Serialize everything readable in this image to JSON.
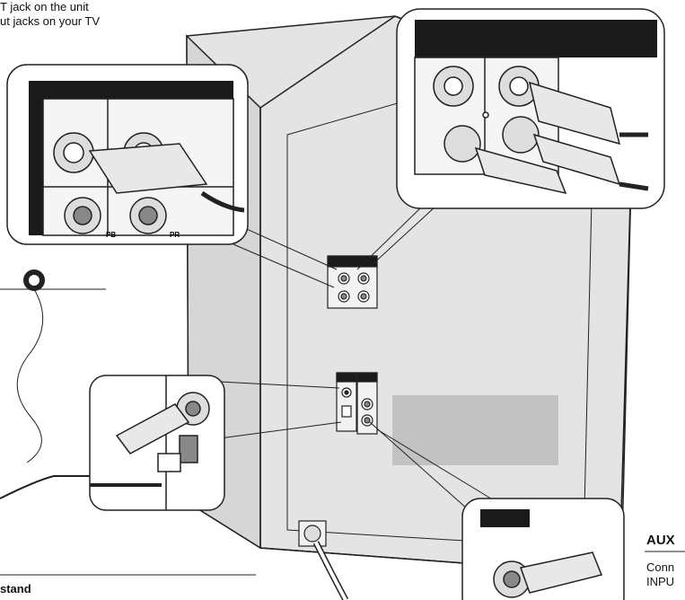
{
  "text": {
    "top_line_1": "T jack on the unit",
    "top_line_2": "ut jacks on your TV",
    "component_label_pb": "PB",
    "component_label_pr": "PR",
    "stand_label": "stand",
    "aux_title": "AUX",
    "aux_line_1": "Conn",
    "aux_line_2": "INPU"
  },
  "colors": {
    "stroke": "#222222",
    "cabinet_fill": "#e4e4e4",
    "cabinet_side": "#d2d2d2",
    "panel_black": "#1a1a1a",
    "label_gray": "#cfcfcf"
  }
}
